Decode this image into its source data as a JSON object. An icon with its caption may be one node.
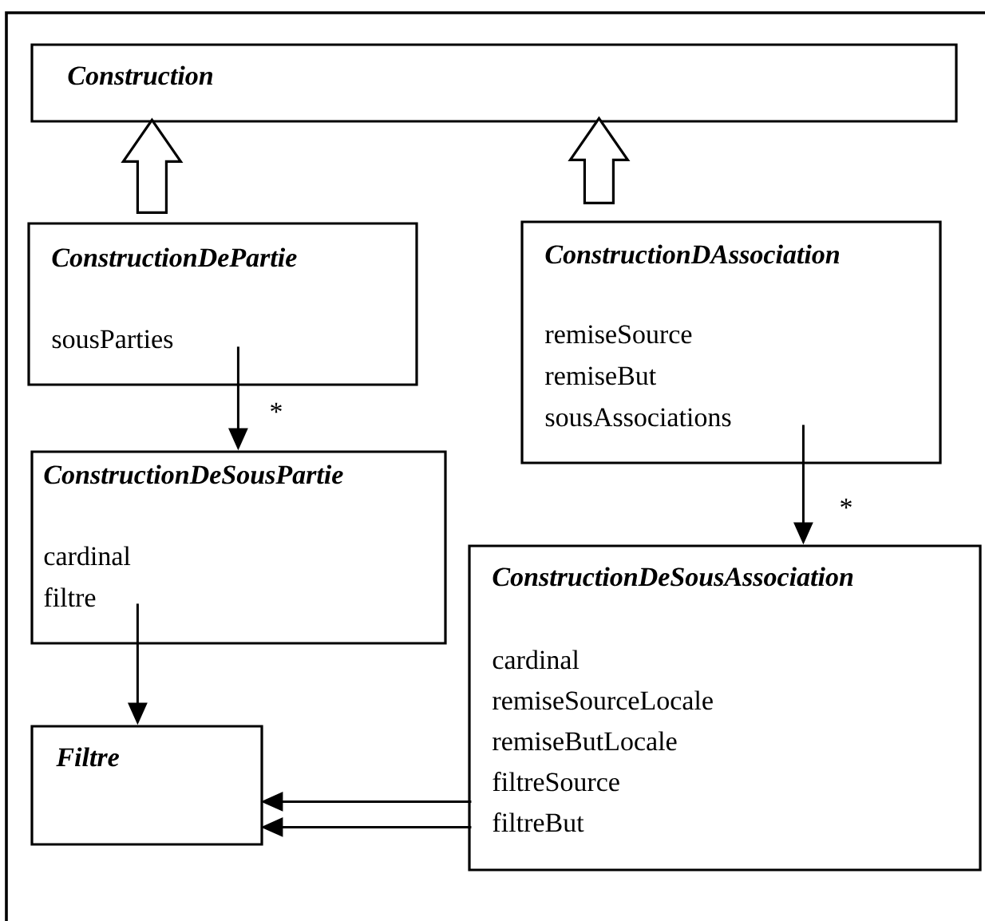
{
  "diagram": {
    "nodes": [
      {
        "text": [
          "Construction"
        ]
      },
      {
        "text": [
          "ConstructionDePartie",
          "sousParties"
        ]
      },
      {
        "text": [
          "ConstructionDAssociation",
          "remiseSource",
          "remiseBut",
          "sousAssociations"
        ]
      },
      {
        "text": [
          "ConstructionDeSousPartie",
          "cardinal",
          "filtre"
        ]
      },
      {
        "text": [
          "Filtre"
        ]
      },
      {
        "text": [
          "ConstructionDeSousAssociation",
          "cardinal",
          "remiseSourceLocale",
          "remiseButLocale",
          "filtreSource",
          "filtreBut"
        ]
      }
    ],
    "edges": [
      {
        "from": 1,
        "to": 0,
        "arrow": "to",
        "style": "thick"
      },
      {
        "from": 2,
        "to": 0,
        "arrow": "to",
        "style": "thick"
      },
      {
        "from": 1,
        "to": 3,
        "arrow": "to",
        "label": "*"
      },
      {
        "from": 2,
        "to": 5,
        "arrow": "to",
        "label": "*"
      },
      {
        "from": 3,
        "to": 4,
        "arrow": "to"
      },
      {
        "from": 5,
        "to": 4,
        "arrow": "to"
      },
      {
        "from": 5,
        "to": 4,
        "arrow": "to"
      }
    ]
  }
}
